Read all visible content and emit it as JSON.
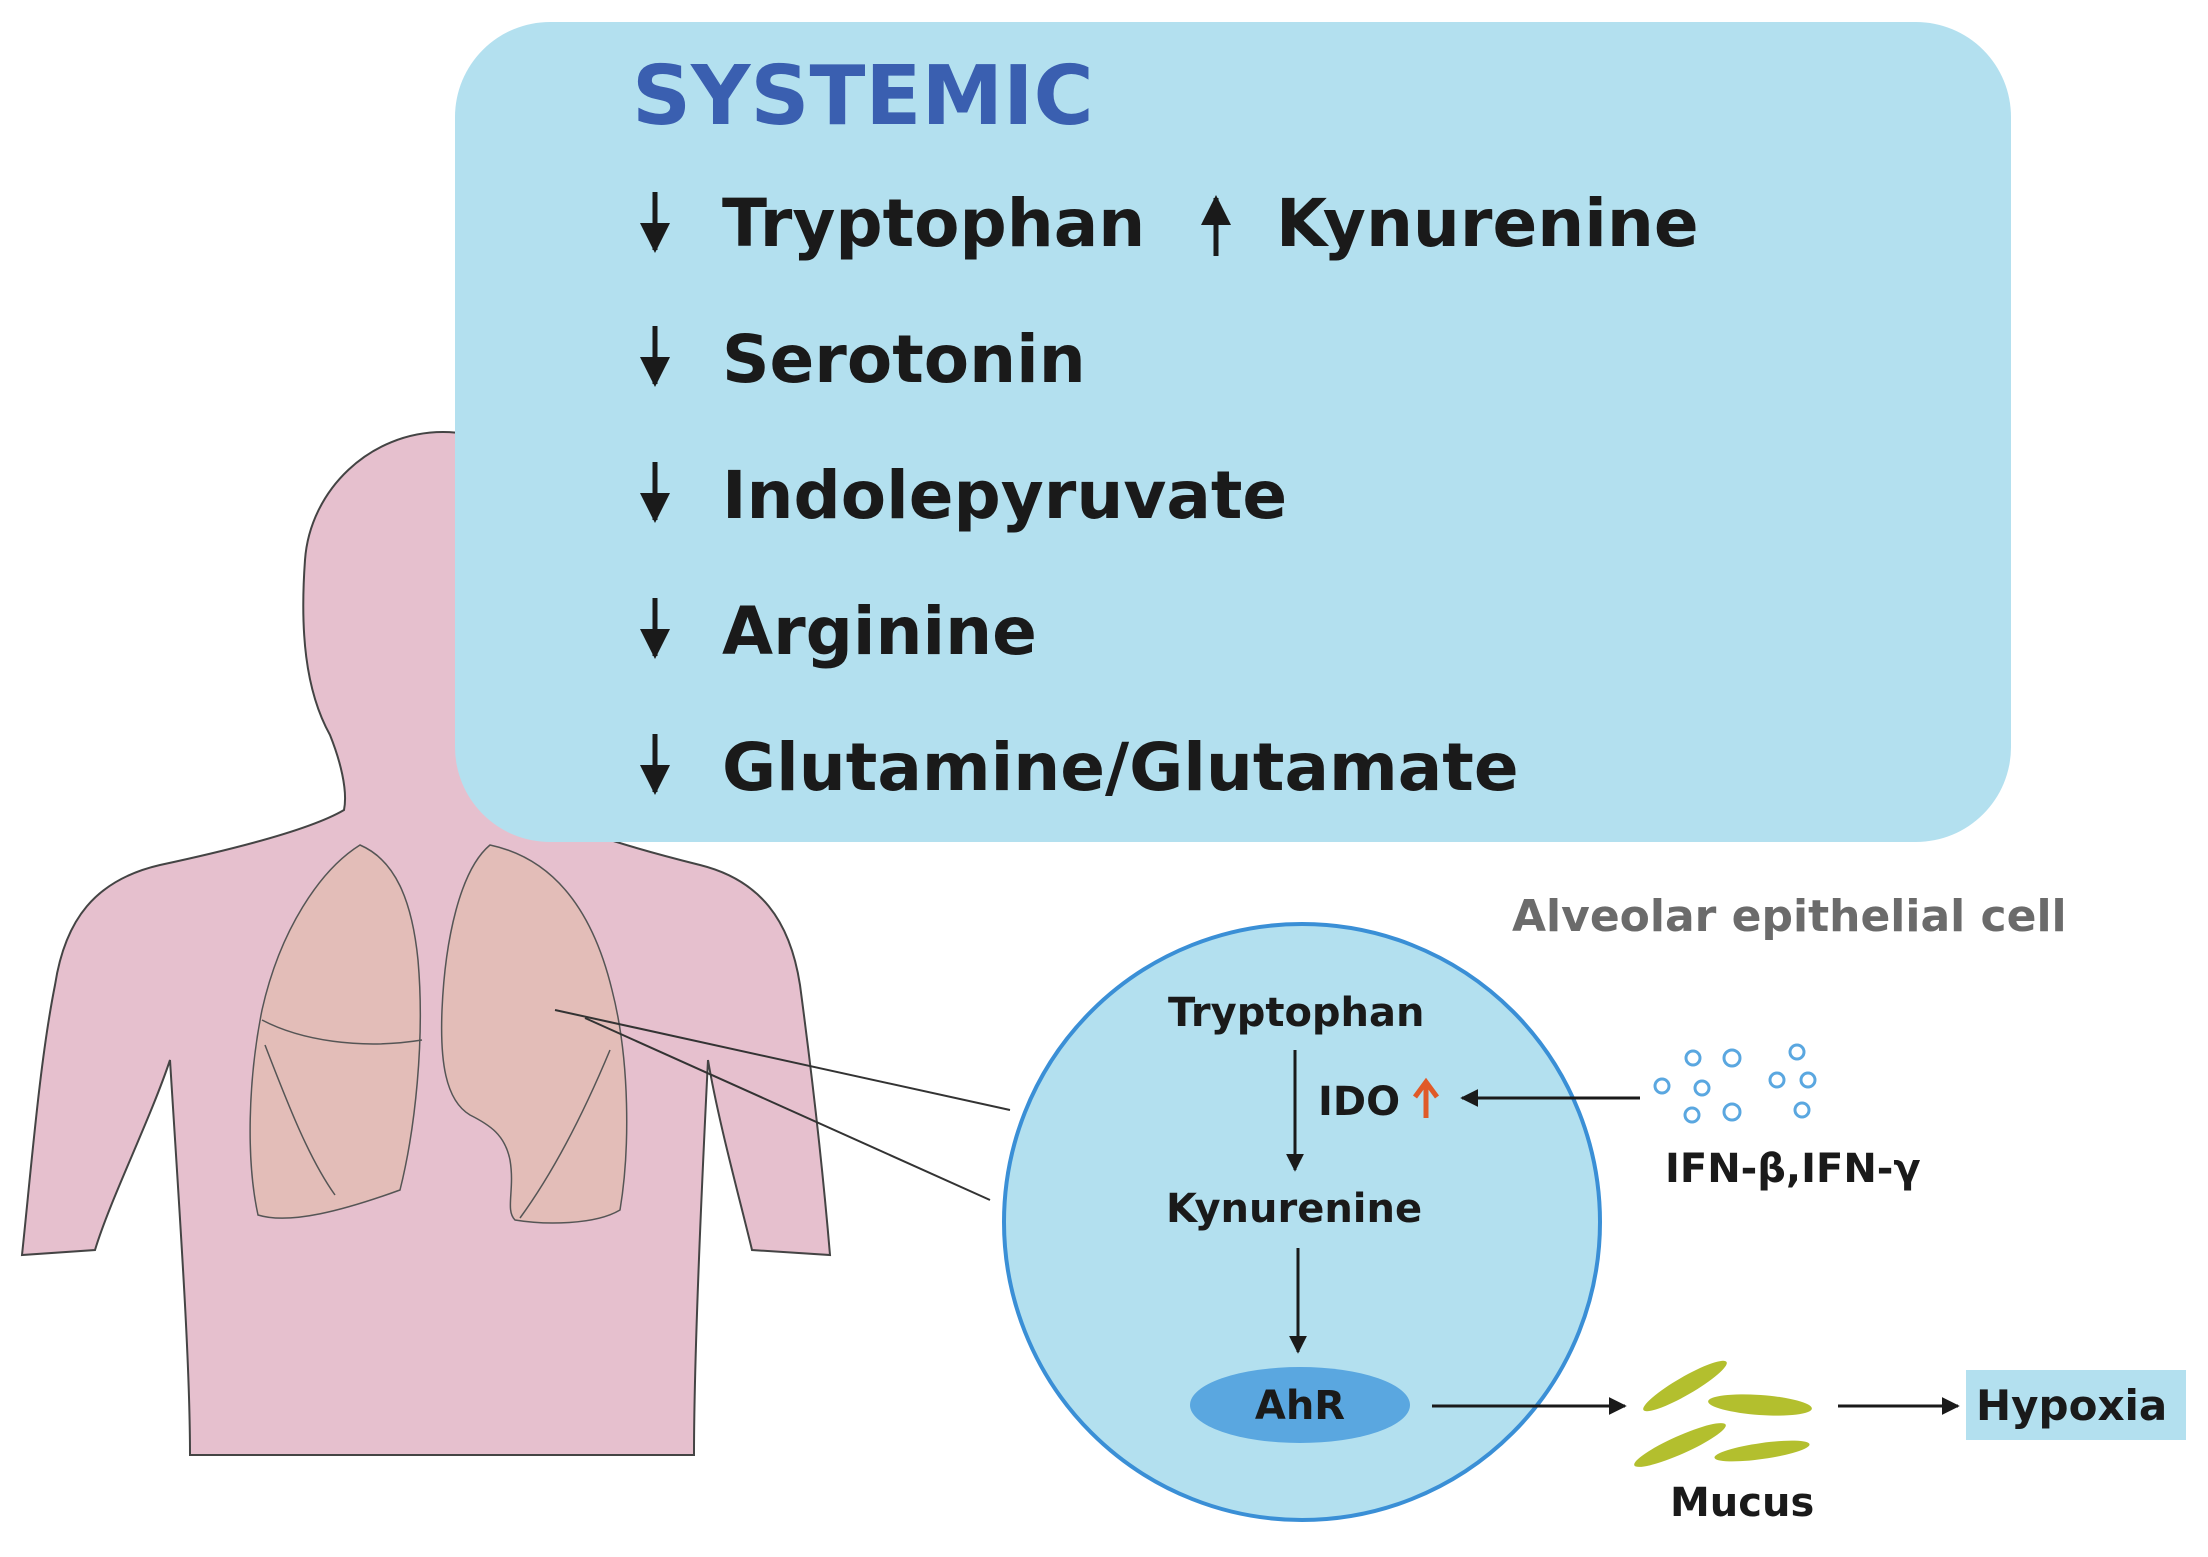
{
  "systemic": {
    "title": "SYSTEMIC",
    "title_color": "#3a5fb0",
    "box_color": "#b3e0ef",
    "items": [
      {
        "direction": "down",
        "label": "Tryptophan"
      },
      {
        "direction": "up",
        "label": "Kynurenine"
      },
      {
        "direction": "down",
        "label": "Serotonin"
      },
      {
        "direction": "down",
        "label": "Indolepyruvate"
      },
      {
        "direction": "down",
        "label": "Arginine"
      },
      {
        "direction": "down",
        "label": "Glutamine/Glutamate"
      }
    ]
  },
  "body": {
    "color": "#e6c0ce",
    "lung_color": "#e3bdb8"
  },
  "cell": {
    "title": "Alveolar epithelial cell",
    "title_color": "#6b6b6b",
    "fill": "#b3e0ef",
    "stroke": "#3a8fd6",
    "pathway": {
      "tryptophan": "Tryptophan",
      "ido": "IDO",
      "ido_arrow_color": "#e05a28",
      "kynurenine": "Kynurenine",
      "ahr": "AhR",
      "ahr_color": "#5aa7e0"
    }
  },
  "interferons": {
    "label": "IFN-β,IFN-γ",
    "dot_color": "#5aa7e0"
  },
  "mucus": {
    "label": "Mucus",
    "color": "#b3bf2e"
  },
  "hypoxia": {
    "label": "Hypoxia",
    "box_color": "#b3e0ef"
  }
}
